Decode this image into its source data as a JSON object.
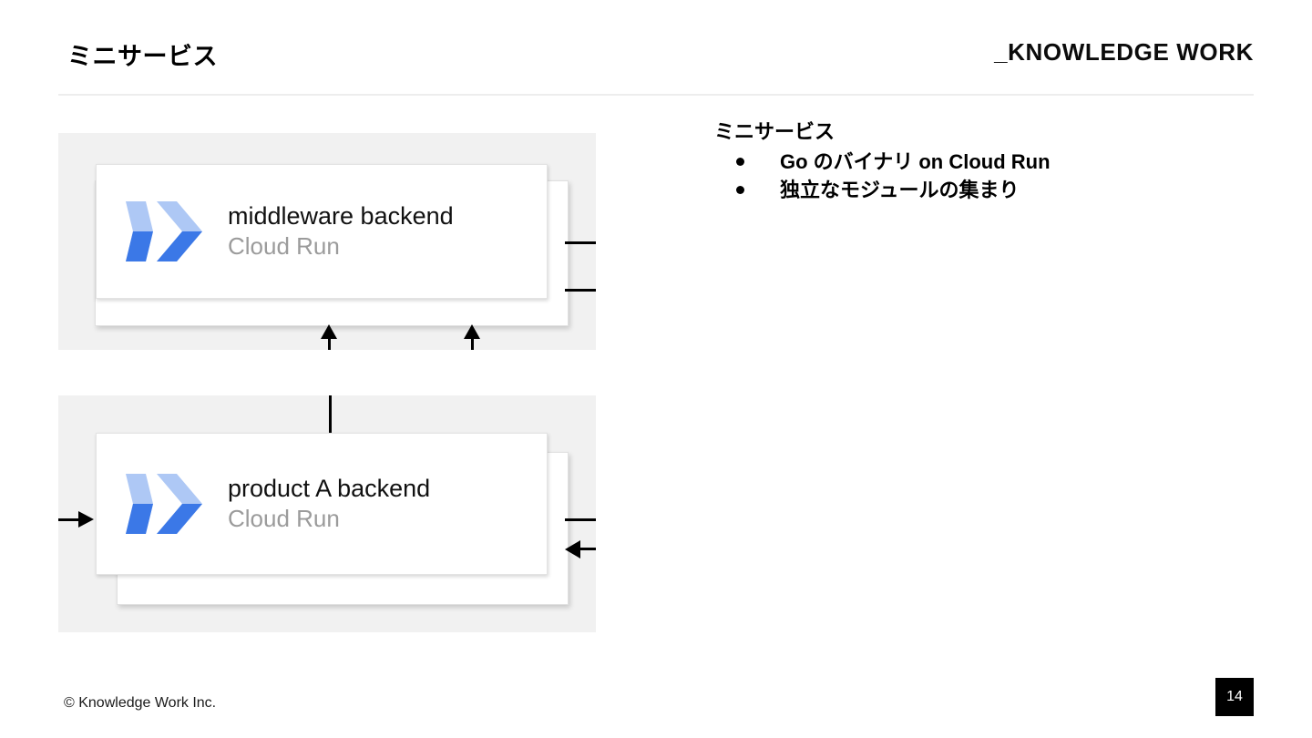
{
  "header": {
    "title": "ミニサービス",
    "brand": "_KNOWLEDGE WORK"
  },
  "diagram": {
    "panels": [
      {
        "card": {
          "title": "middleware backend",
          "subtitle": "Cloud Run",
          "logo": "cloud-run-icon"
        }
      },
      {
        "card": {
          "title": "product A backend",
          "subtitle": "Cloud Run",
          "logo": "cloud-run-icon"
        }
      }
    ],
    "logo_colors": {
      "chevron_light": "#aec8f5",
      "chevron_dark": "#3b78e7",
      "chevron_mid": "#c3d6f7"
    },
    "connector_color": "#000000",
    "panel_background": "#f1f1f1"
  },
  "content": {
    "heading": "ミニサービス",
    "bullets": [
      "Go のバイナリ on Cloud Run",
      "独立なモジュールの集まり"
    ]
  },
  "footer": {
    "copyright": "© Knowledge Work Inc.",
    "page_number": "14"
  }
}
